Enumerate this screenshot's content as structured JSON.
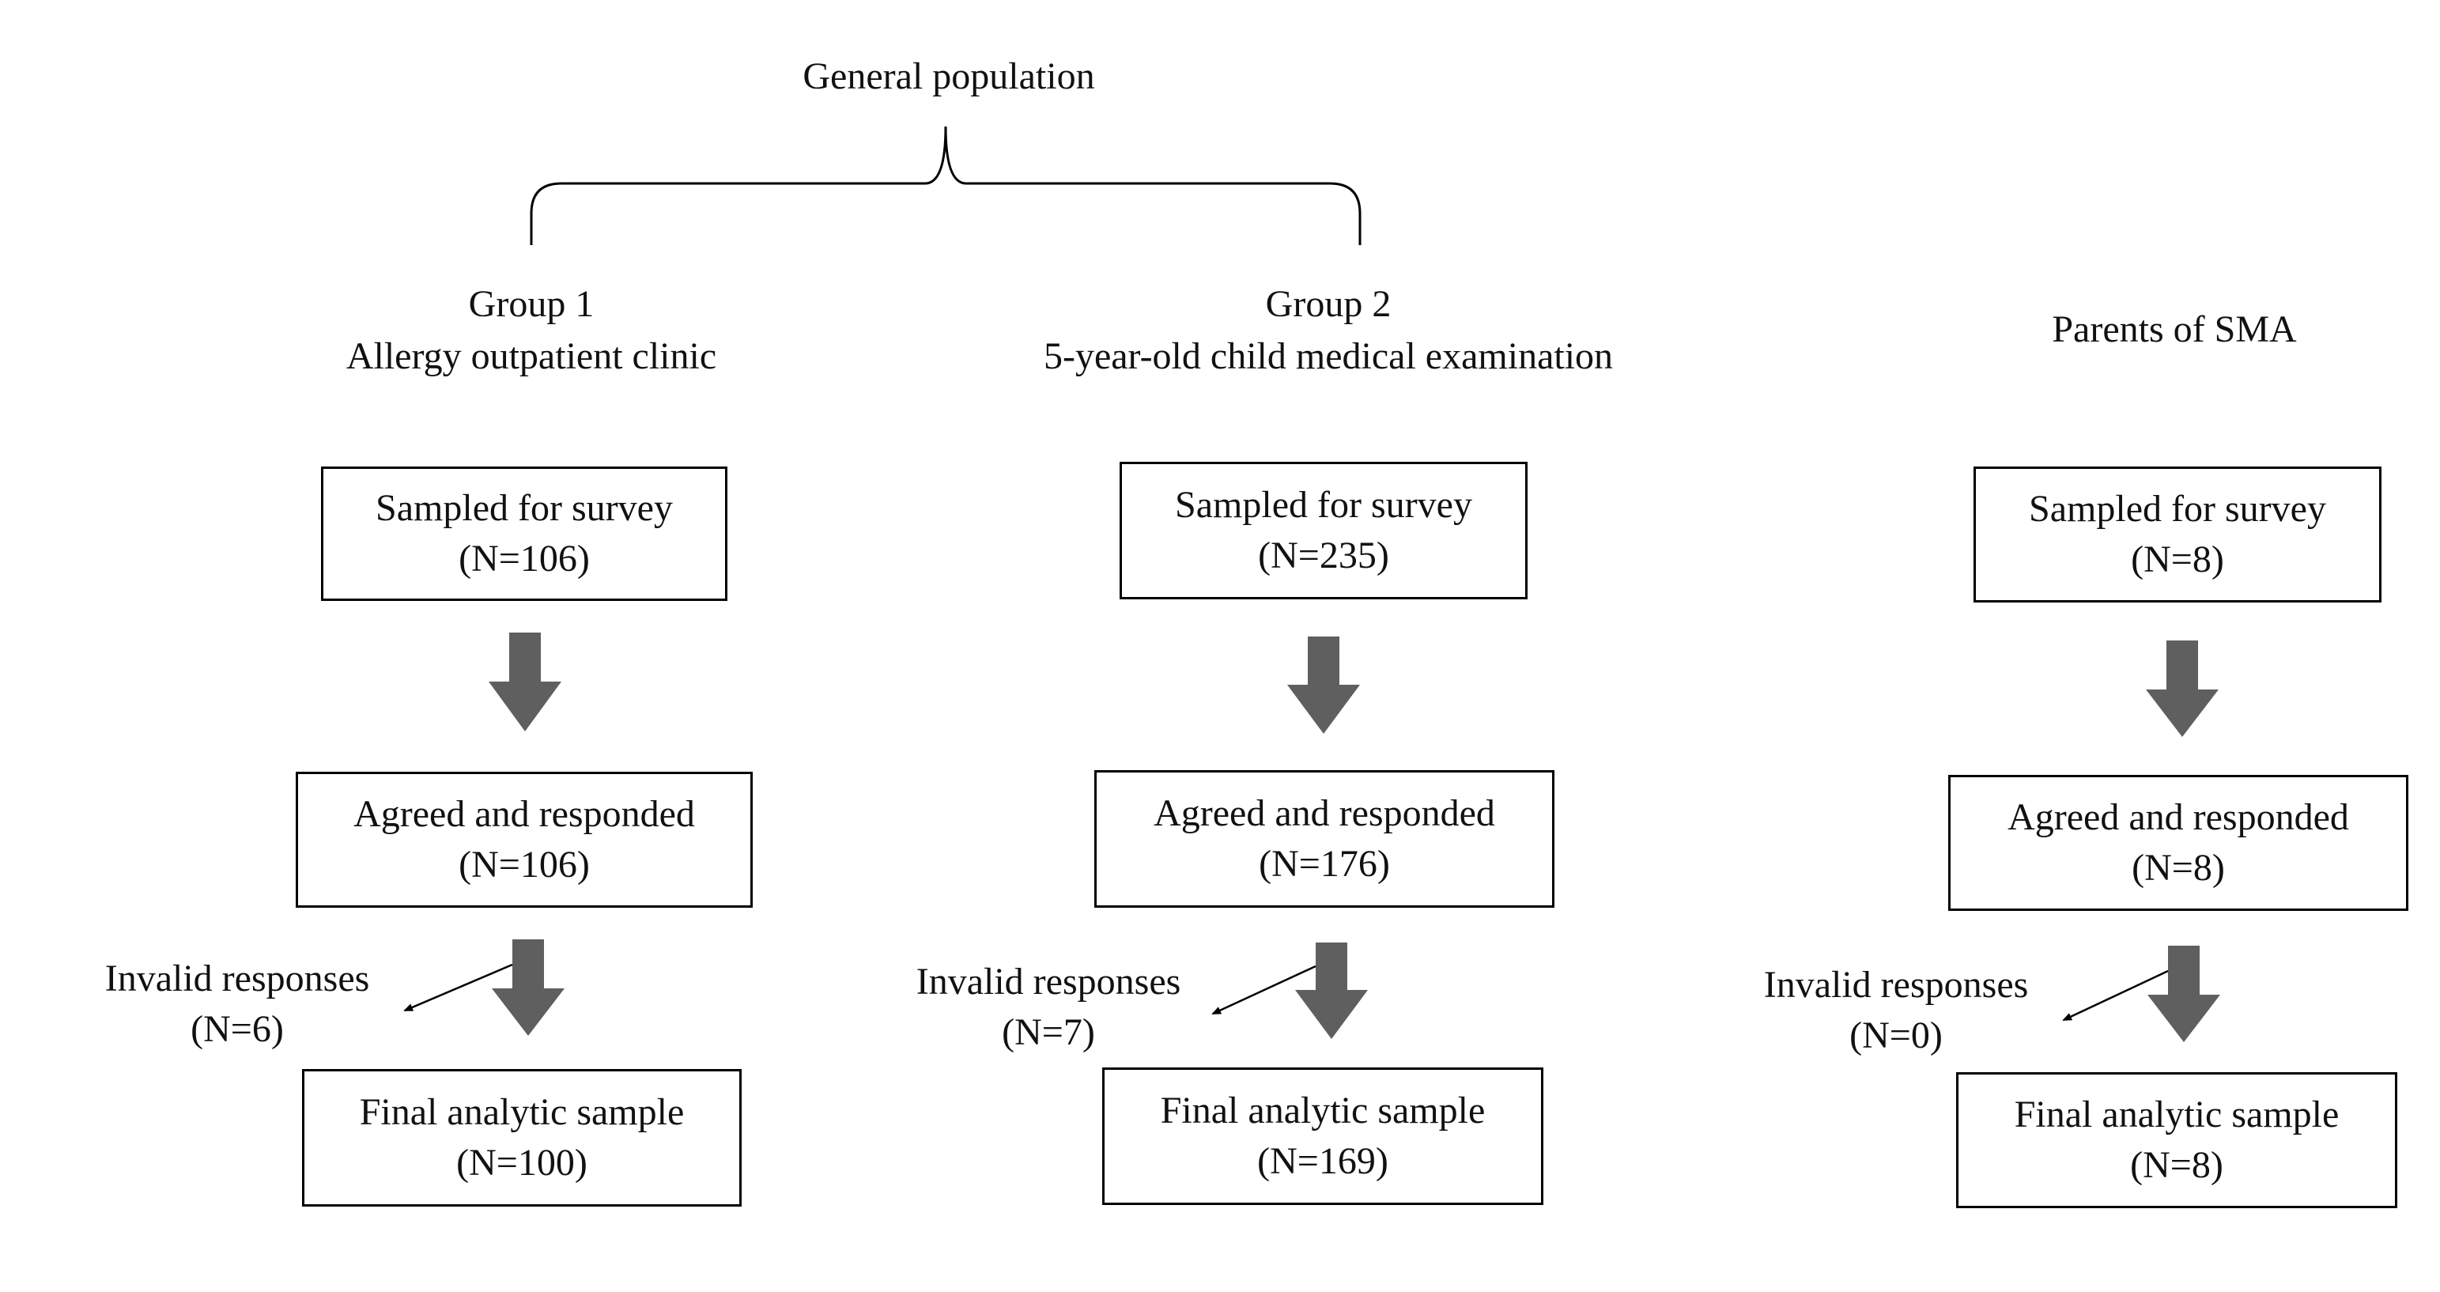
{
  "top_label": "General population",
  "columns": [
    {
      "heading": [
        "Group 1",
        "Allergy outpatient clinic"
      ],
      "sampled": {
        "label": "Sampled for survey",
        "n": "(N=106)"
      },
      "agreed": {
        "label": "Agreed and responded",
        "n": "(N=106)"
      },
      "invalid": {
        "label": "Invalid responses",
        "n": "(N=6)"
      },
      "final": {
        "label": "Final analytic sample",
        "n": "(N=100)"
      }
    },
    {
      "heading": [
        "Group 2",
        "5-year-old child medical examination"
      ],
      "sampled": {
        "label": "Sampled for survey",
        "n": "(N=235)"
      },
      "agreed": {
        "label": "Agreed and responded",
        "n": "(N=176)"
      },
      "invalid": {
        "label": "Invalid responses",
        "n": "(N=7)"
      },
      "final": {
        "label": "Final analytic sample",
        "n": "(N=169)"
      }
    },
    {
      "heading": [
        "Parents of SMA"
      ],
      "sampled": {
        "label": "Sampled for survey",
        "n": "(N=8)"
      },
      "agreed": {
        "label": "Agreed and responded",
        "n": "(N=8)"
      },
      "invalid": {
        "label": "Invalid responses",
        "n": "(N=0)"
      },
      "final": {
        "label": "Final analytic sample",
        "n": "(N=8)"
      }
    }
  ],
  "colors": {
    "arrow": "#5f5f5f",
    "line": "#000000"
  }
}
